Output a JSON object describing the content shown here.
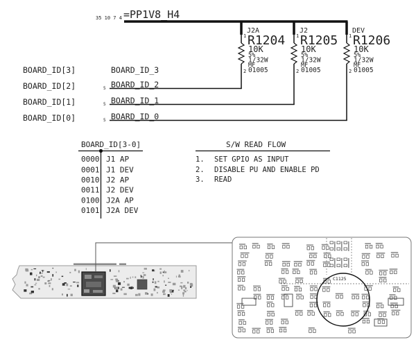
{
  "power_rail": {
    "pins": "35 10 7 4",
    "net": "=PP1V8_H4"
  },
  "resistors": [
    {
      "variant": "J2A",
      "pin1": "1",
      "refdes": "R1204",
      "value": "10K",
      "tolerance": "5%",
      "power": "1/32W",
      "type": "MF",
      "pin2": "2",
      "package": "01005"
    },
    {
      "variant": "J2",
      "pin1": "1",
      "refdes": "R1205",
      "value": "10K",
      "tolerance": "5%",
      "power": "1/32W",
      "type": "MF",
      "pin2": "2",
      "package": "01005"
    },
    {
      "variant": "DEV",
      "pin1": "1",
      "refdes": "R1206",
      "value": "10K",
      "tolerance": "5%",
      "power": "1/32W",
      "type": "MF",
      "pin2": "2",
      "package": "01005"
    }
  ],
  "board_id_signals": [
    {
      "port": "BOARD_ID[3]",
      "net": "BOARD_ID_3"
    },
    {
      "port": "BOARD_ID[2]",
      "pin": "5",
      "net": "BOARD_ID_2"
    },
    {
      "port": "BOARD_ID[1]",
      "pin": "5",
      "net": "BOARD_ID_1"
    },
    {
      "port": "BOARD_ID[0]",
      "pin": "5",
      "net": "BOARD_ID_0"
    }
  ],
  "id_table": {
    "title": "BOARD_ID[3-0]",
    "rows": [
      {
        "code": "0000",
        "board": "J1 AP"
      },
      {
        "code": "0001",
        "board": "J1 DEV"
      },
      {
        "code": "0010",
        "board": "J2 AP"
      },
      {
        "code": "0011",
        "board": "J2 DEV"
      },
      {
        "code": "0100",
        "board": "J2A AP"
      },
      {
        "code": "0101",
        "board": "J2A DEV"
      }
    ]
  },
  "read_flow": {
    "title": "S/W READ FLOW",
    "steps": [
      {
        "num": "1.",
        "text": "SET GPIO AS INPUT"
      },
      {
        "num": "2.",
        "text": "DISABLE PU AND ENABLE PD"
      },
      {
        "num": "3.",
        "text": "READ"
      }
    ]
  },
  "pcb_zoom": {
    "labels": [
      "C1125"
    ]
  }
}
